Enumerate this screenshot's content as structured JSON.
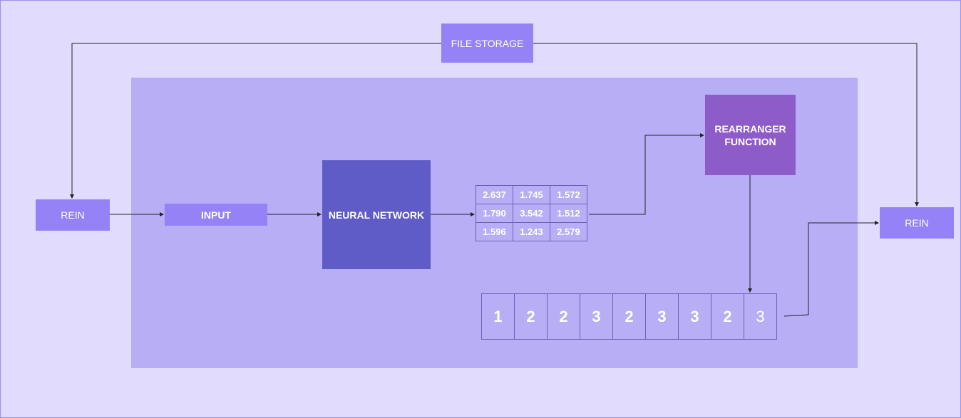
{
  "nodes": {
    "file_storage": "FILE STORAGE",
    "rein_left": "REIN",
    "rein_right": "REIN",
    "input": "INPUT",
    "neural_network": "NEURAL NETWORK",
    "rearranger": "REARRANGER\nFUNCTION"
  },
  "matrix": [
    [
      "2.637",
      "1.745",
      "1.572"
    ],
    [
      "1.790",
      "3.542",
      "1.512"
    ],
    [
      "1.596",
      "1.243",
      "2.579"
    ]
  ],
  "sequence": [
    "1",
    "2",
    "2",
    "3",
    "2",
    "3",
    "3",
    "2",
    "3"
  ],
  "colors": {
    "background": "#e1dcfd",
    "panel": "#b8aef6",
    "node": "#9582f7",
    "neural_network": "#5f5cc8",
    "rearranger": "#8e5cc9"
  }
}
